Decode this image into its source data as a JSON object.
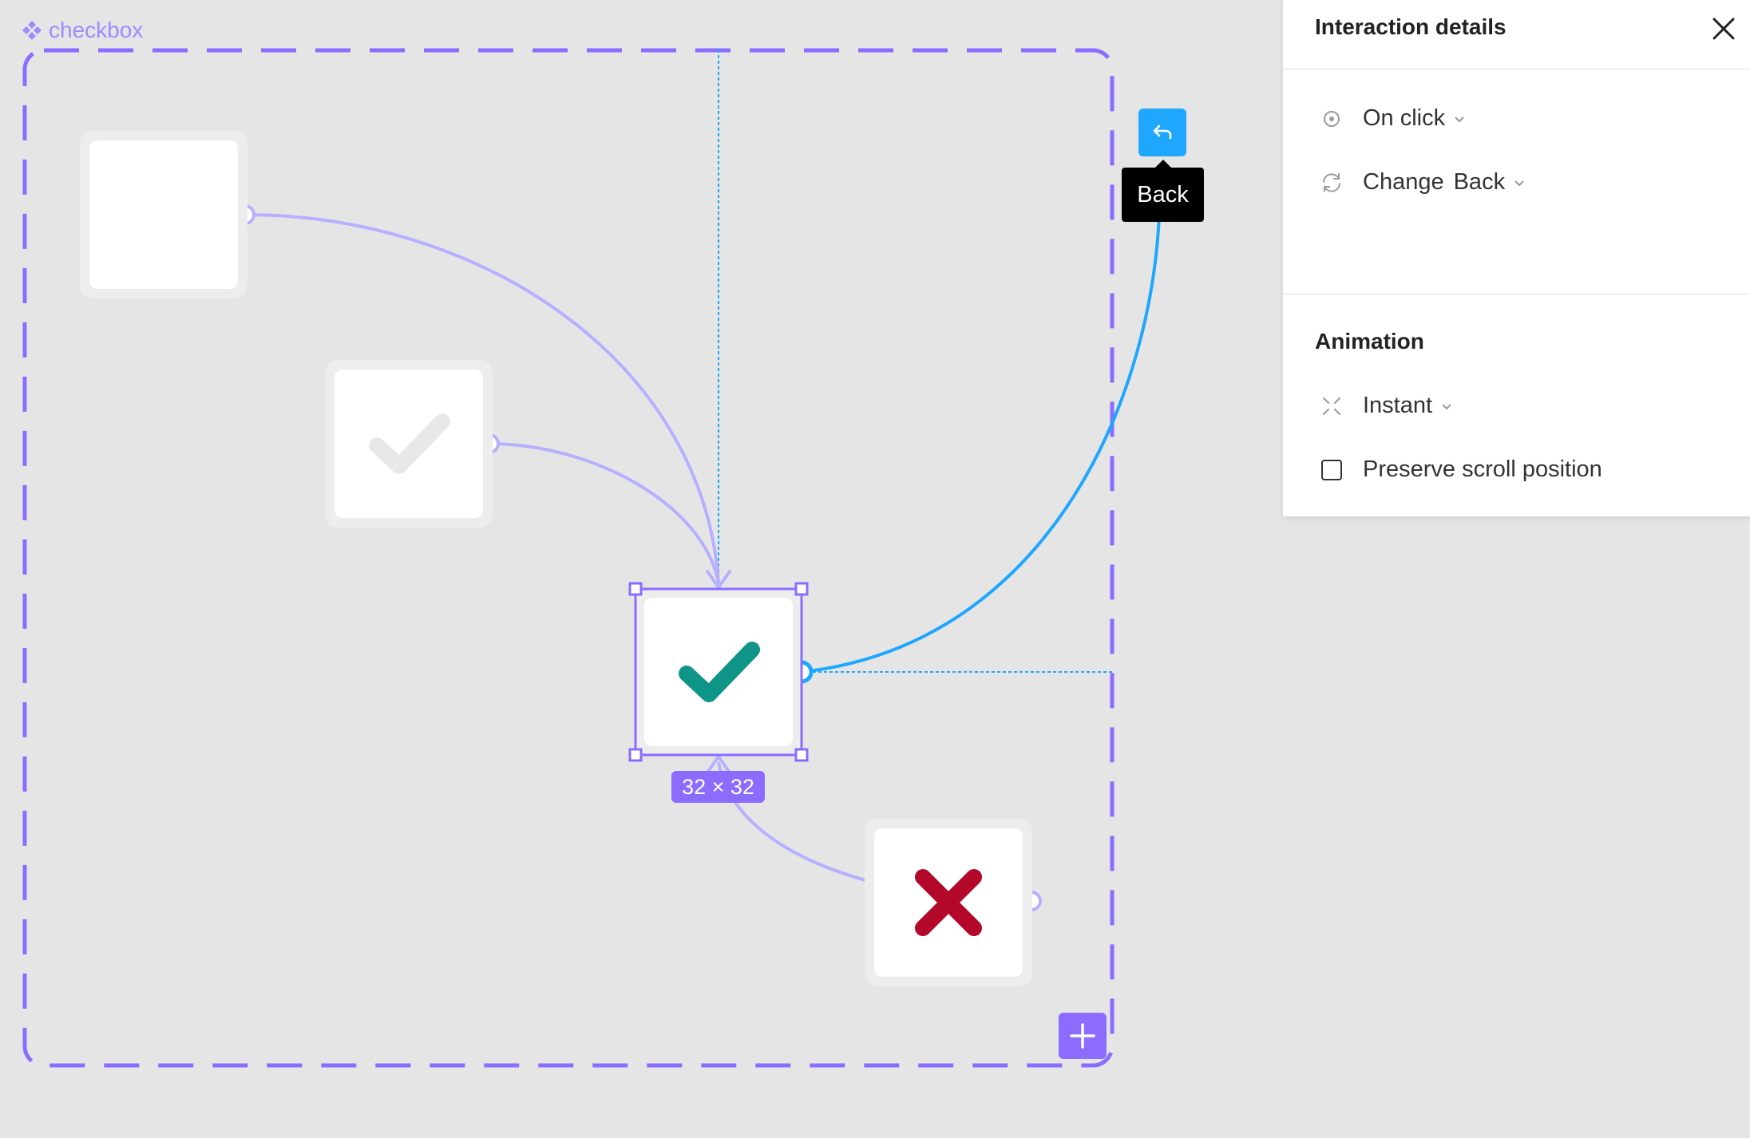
{
  "component": {
    "name": "checkbox",
    "icon": "component-icon"
  },
  "selection": {
    "size_label": "32 × 32"
  },
  "variants": [
    {
      "name": "unchecked",
      "icon": "none"
    },
    {
      "name": "checked-disabled",
      "icon": "checkmark-icon",
      "color": "#e8e8e8"
    },
    {
      "name": "checked",
      "icon": "checkmark-icon",
      "color": "#0f9488"
    },
    {
      "name": "invalid",
      "icon": "x-mark-icon",
      "color": "#b4082a"
    }
  ],
  "prototype": {
    "back_tooltip": "Back",
    "back_icon": "return-arrow-icon",
    "add_icon": "plus-icon",
    "colors": {
      "accent_purple": "#8b6cff",
      "connection_purple": "#b6b0ff",
      "back_blue": "#1ea7fd"
    }
  },
  "panel": {
    "title": "Interaction details",
    "trigger": {
      "icon": "target-icon",
      "label": "On click"
    },
    "action": {
      "icon": "swap-icon",
      "label": "Change",
      "value": "Back"
    },
    "animation": {
      "title": "Animation",
      "type": {
        "icon": "instant-icon",
        "label": "Instant"
      },
      "preserve_scroll": {
        "label": "Preserve scroll position",
        "checked": false
      }
    }
  }
}
